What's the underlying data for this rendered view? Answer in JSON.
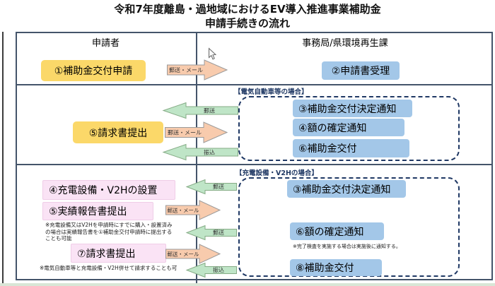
{
  "title": {
    "line1": "令和7年度離島・過地域におけるEV導入推進事業補助金",
    "line2": "申請手続きの流れ"
  },
  "header": {
    "left_column": "申請者",
    "right_column": "事務局/県環境再生課"
  },
  "flow_row1": {
    "step1": "①補助金交付申請",
    "arrow_mail_email": "郵送・メール",
    "step2": "②申請書受理"
  },
  "section_ev": {
    "label": "【電気自動車等の場合】",
    "step5": "⑤請求書提出",
    "arrow_mail": "郵送",
    "arrow_mail_email": "郵送・メール",
    "arrow_transfer": "振込",
    "step3": "③補助金交付決定通知",
    "step4": "④額の確定通知",
    "step6": "⑥補助金交付"
  },
  "section_v2h": {
    "label": "【充電設備・V2Hの場合】",
    "step4": "④充電設備・V2Hの設置",
    "step5": "⑤実績報告書提出",
    "step5_note_line1": "※充電設備又はV2Hを申請時にすでに購入・設置済み",
    "step5_note_line2": "の場合は実績報告書を①補助金交付申請時に提出する",
    "step5_note_line3": "ことも可能",
    "step7": "⑦請求書提出",
    "step7_note": "※電気自動車等と充電設備・V2H併せて請求することも可",
    "arrow_mail_1": "郵送",
    "arrow_mail_email_1": "郵送・メール",
    "arrow_mail_2": "郵送",
    "arrow_mail_email_2": "郵送・メール",
    "arrow_transfer": "振込",
    "step3": "③補助金交付決定通知",
    "step6": "⑥額の確定通知",
    "step6_note": "※完了検査を実施する場合は実施後に通知する。",
    "step8": "⑧補助金交付"
  },
  "colors": {
    "applicant_box_yellow": "#FBD869",
    "office_box_blue": "#A3C7E8",
    "applicant_box_pink": "#FAE3F5",
    "arrow_peach": "#F8CBAD",
    "arrow_green": "#BFE5C7",
    "section_navy": "#1F3864",
    "table_border": "#44546A"
  }
}
